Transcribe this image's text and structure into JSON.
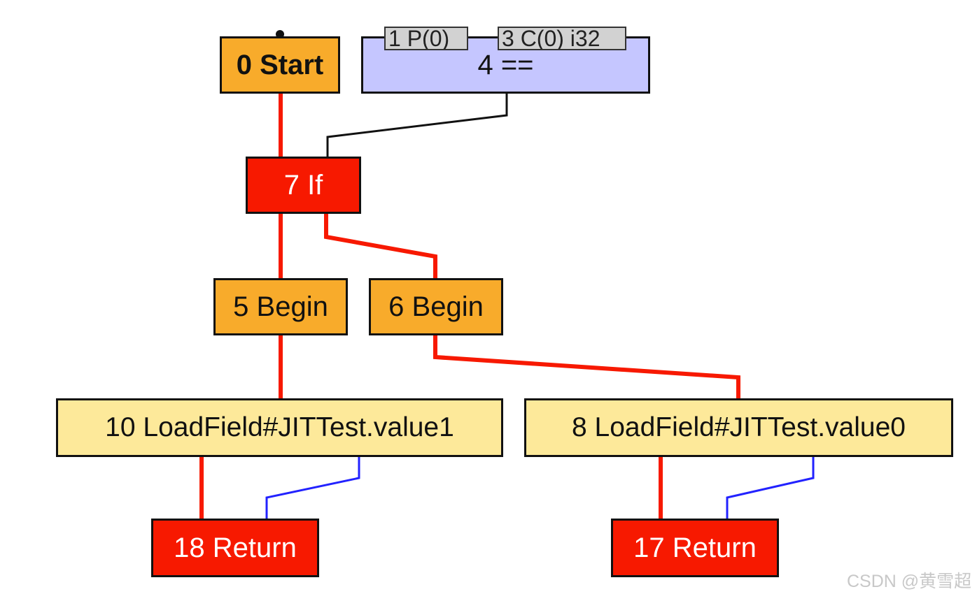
{
  "graph": {
    "nodes": {
      "start": {
        "label": "0 Start",
        "color": "#f8ab2b"
      },
      "eq": {
        "label": "4 ==",
        "color": "#c5c6ff",
        "inputs": [
          "1 P(0)",
          "3 C(0) i32"
        ]
      },
      "if": {
        "label": "7 If",
        "color": "#f71900"
      },
      "begin5": {
        "label": "5 Begin",
        "color": "#f8ab2b"
      },
      "begin6": {
        "label": "6 Begin",
        "color": "#f8ab2b"
      },
      "load10": {
        "label": "10 LoadField#JITTest.value1",
        "color": "#fde99a"
      },
      "load8": {
        "label": "8 LoadField#JITTest.value0",
        "color": "#fde99a"
      },
      "ret18": {
        "label": "18 Return",
        "color": "#f71900"
      },
      "ret17": {
        "label": "17 Return",
        "color": "#f71900"
      }
    },
    "edge_colors": {
      "control": "#f71900",
      "data": "#111111",
      "value": "#2222ff"
    }
  },
  "watermark": "CSDN @黄雪超"
}
